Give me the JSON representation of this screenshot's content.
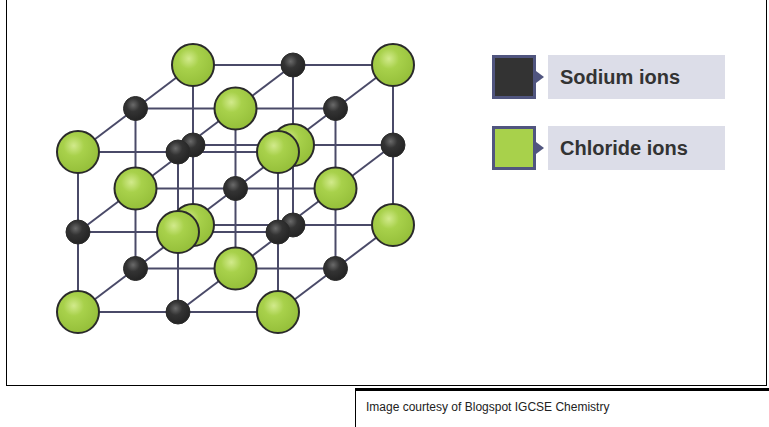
{
  "diagram": {
    "caption": "Image courtesy of Blogspot IGCSE Chemistry",
    "legend": [
      {
        "text": "Sodium ions",
        "color": "#333333"
      },
      {
        "text": "Chloride ions",
        "color": "#a8d14b"
      }
    ]
  }
}
